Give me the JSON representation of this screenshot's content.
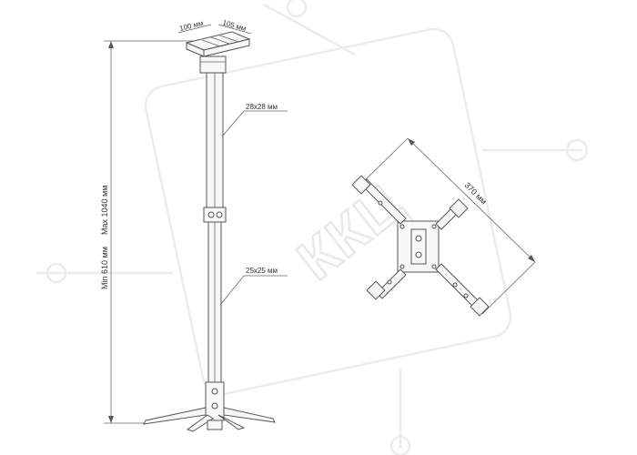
{
  "watermark": {
    "text": "ККЦ"
  },
  "ceiling_plate": {
    "width_label": "100 мм",
    "depth_label": "105 мм"
  },
  "upper_tube": {
    "label": "28x28 мм"
  },
  "lower_tube": {
    "label": "25x25 мм"
  },
  "height_dimension": {
    "min_label": "Min 610 мм",
    "max_label": "Max 1040 мм"
  },
  "bracket_dimension": {
    "label": "370 мм"
  },
  "colors": {
    "line": "#555555",
    "watermark": "#ececec",
    "background": "#ffffff"
  }
}
